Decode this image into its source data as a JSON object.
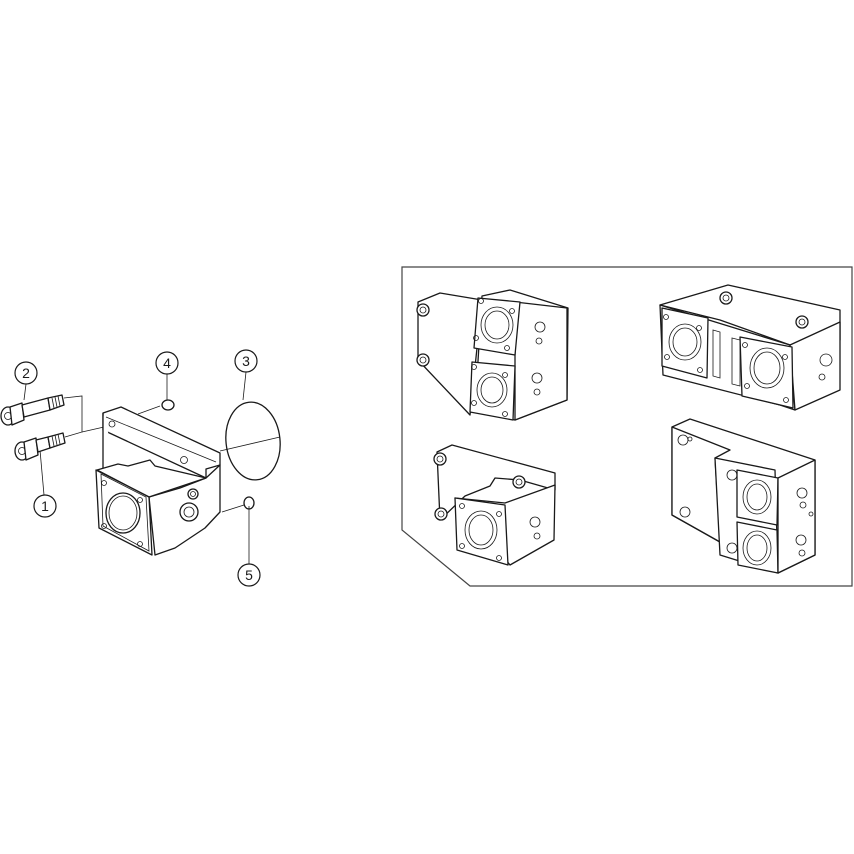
{
  "diagram": {
    "type": "exploded-parts-view",
    "background": "#ffffff",
    "line_color": "#1a1a1a",
    "callouts": [
      {
        "id": "1",
        "label": "1",
        "part": "short socket head cap screw"
      },
      {
        "id": "2",
        "label": "2",
        "part": "long socket head cap screw"
      },
      {
        "id": "3",
        "label": "3",
        "part": "large o-ring"
      },
      {
        "id": "4",
        "label": "4",
        "part": "small o-ring (top)"
      },
      {
        "id": "5",
        "label": "5",
        "part": "small o-ring (side)"
      }
    ],
    "variants_panel": {
      "count": 4,
      "items": [
        {
          "position": "top-left",
          "description": "dual-port stacked block with side plate"
        },
        {
          "position": "top-right",
          "description": "twin-port horizontal block with top mount"
        },
        {
          "position": "bottom-left",
          "description": "single-port block with top plate"
        },
        {
          "position": "bottom-right",
          "description": "dual-port stacked block with offset plate"
        }
      ]
    }
  }
}
